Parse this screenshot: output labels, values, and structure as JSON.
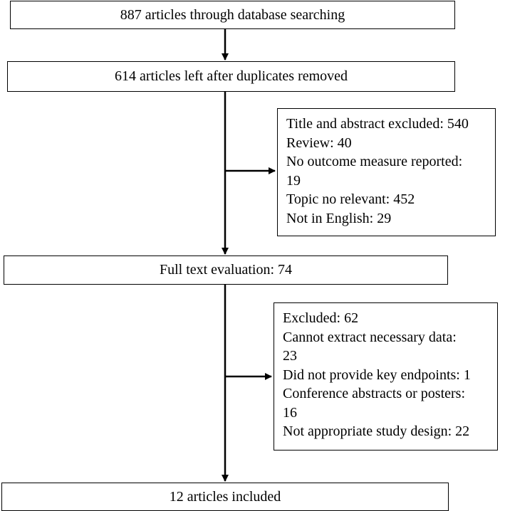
{
  "flowchart": {
    "step_identification": "887 articles through database searching",
    "step_duplicates_removed": "614 articles left after duplicates removed",
    "exclusion_screening": {
      "lines": [
        "Title and abstract excluded: 540",
        "Review: 40",
        "No outcome measure reported:",
        "19",
        "Topic no relevant: 452",
        "Not in English: 29"
      ]
    },
    "step_full_text": "Full text evaluation: 74",
    "exclusion_full_text": {
      "lines": [
        "Excluded: 62",
        "Cannot extract necessary data:",
        "23",
        "Did not provide key endpoints: 1",
        "Conference abstracts or posters:",
        "16",
        "Not appropriate study design: 22"
      ]
    },
    "step_included": "12 articles included"
  },
  "colors": {
    "line": "#000000",
    "background": "#ffffff"
  }
}
